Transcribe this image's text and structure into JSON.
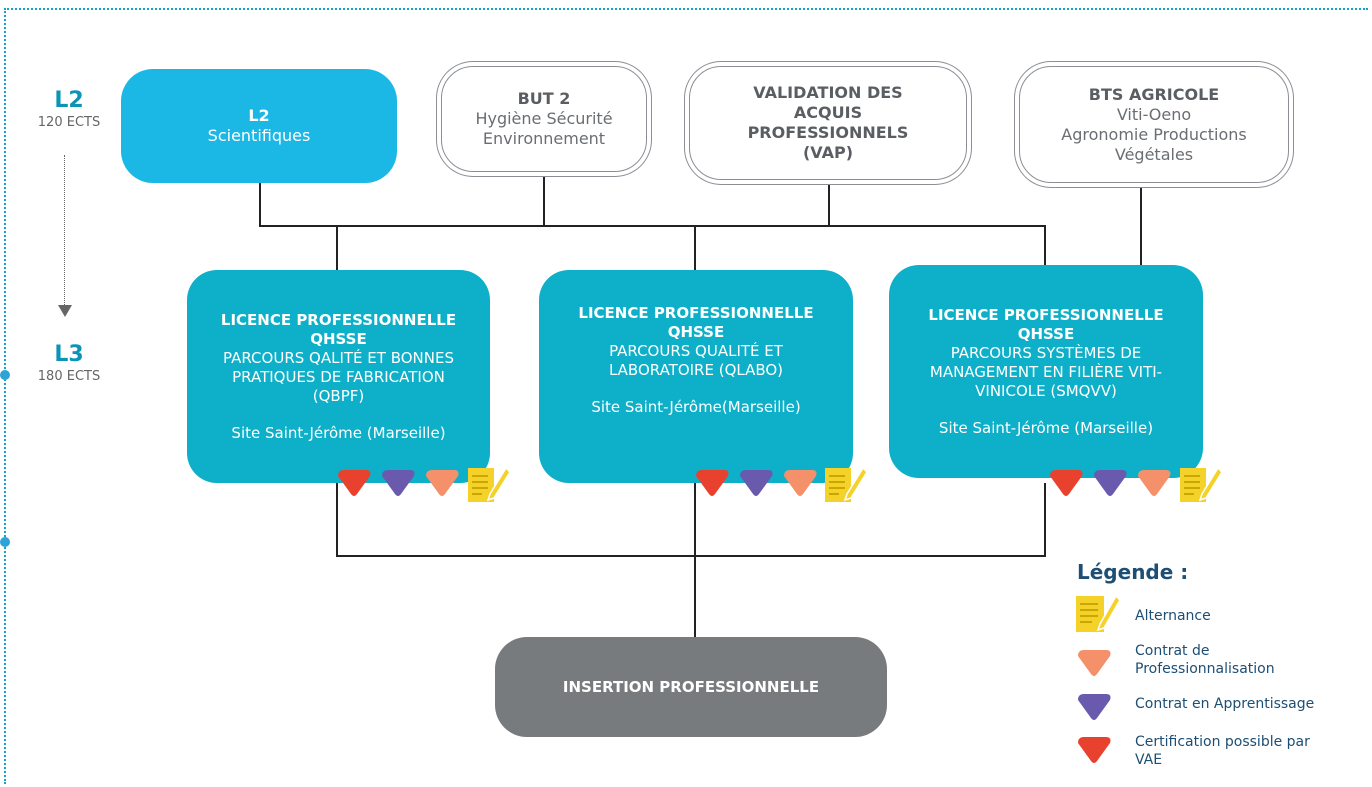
{
  "levels": [
    {
      "label": "L2",
      "ects": "120 ECTS"
    },
    {
      "label": "L3",
      "ects": "180 ECTS"
    }
  ],
  "top_boxes": [
    {
      "title": "L2",
      "lines": [
        "Scientifiques"
      ]
    },
    {
      "title": "BUT 2",
      "lines": [
        "Hygiène Sécurité",
        "Environnement"
      ]
    },
    {
      "title": "VALIDATION DES ACQUIS PROFESSIONNELS (VAP)",
      "lines": []
    },
    {
      "title": "BTS AGRICOLE",
      "lines": [
        "Viti-Oeno",
        "Agronomie Productions",
        "Végétales"
      ]
    }
  ],
  "licences": [
    {
      "title": "LICENCE PROFESSIONNELLE QHSSE",
      "parcours": "PARCOURS QALITÉ ET BONNES PRATIQUES DE FABRICATION (QBPF)",
      "site": "Site Saint-Jérôme (Marseille)"
    },
    {
      "title": "LICENCE PROFESSIONNELLE QHSSE",
      "parcours": "PARCOURS QUALITÉ ET LABORATOIRE (QLABO)",
      "site": "Site Saint-Jérôme(Marseille)"
    },
    {
      "title": "LICENCE PROFESSIONNELLE QHSSE",
      "parcours": "PARCOURS SYSTÈMES DE MANAGEMENT EN FILIÈRE VITI-VINICOLE (SMQVV)",
      "site": "Site Saint-Jérôme (Marseille)"
    }
  ],
  "outcome": "INSERTION PROFESSIONNELLE",
  "legend": {
    "title": "Légende :",
    "items": [
      {
        "icon": "alternance-icon",
        "label": "Alternance"
      },
      {
        "icon": "orange-triangle-icon",
        "label": "Contrat de Professionnalisation",
        "color": "#f4906a"
      },
      {
        "icon": "purple-triangle-icon",
        "label": "Contrat en Apprentissage",
        "color": "#6a5aae"
      },
      {
        "icon": "red-triangle-icon",
        "label": "Certification possible par VAE",
        "color": "#e8412e"
      }
    ]
  },
  "colors": {
    "accent_blue": "#1bb8e6",
    "licence_teal": "#0db0c8",
    "outcome_gray": "#777b7e",
    "legend_text": "#1d4e73",
    "alternance_yellow": "#f5d22a"
  }
}
